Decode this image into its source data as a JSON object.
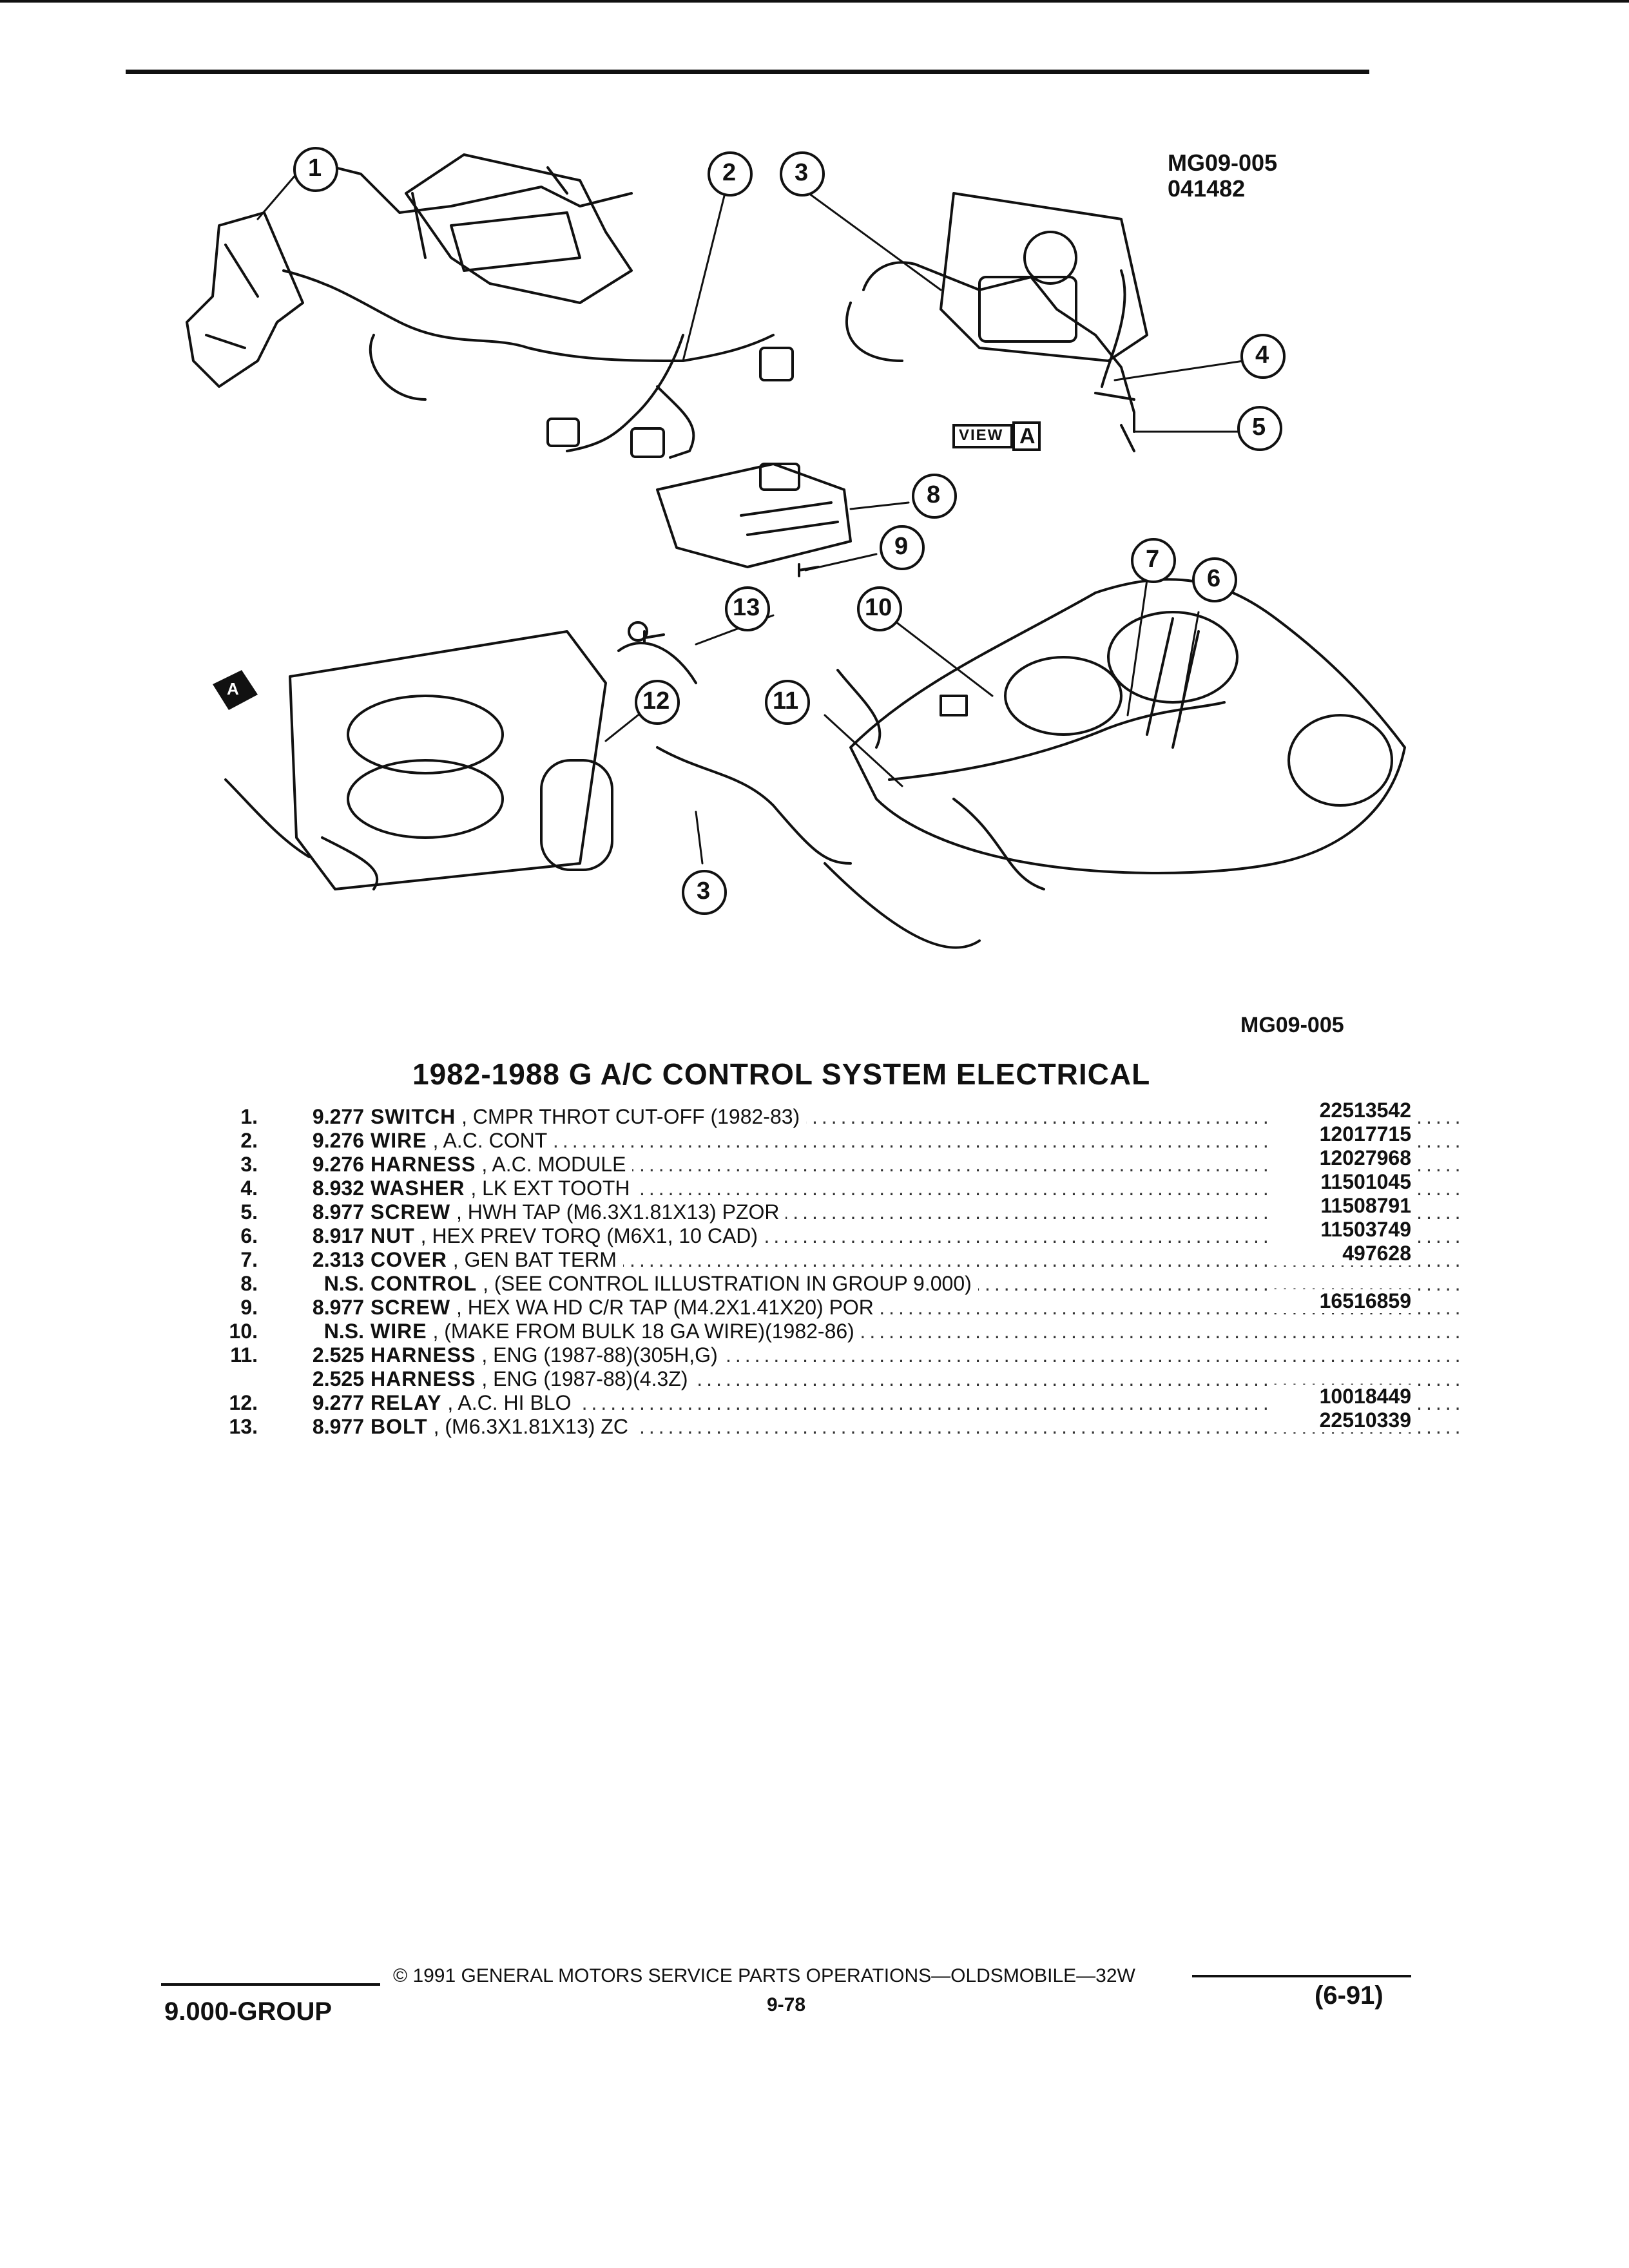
{
  "figure": {
    "code": "MG09-005",
    "date_code": "041482",
    "footer_code": "MG09-005",
    "view_label": "VIEW",
    "view_letter": "A",
    "callouts": [
      "1",
      "2",
      "3",
      "4",
      "5",
      "6",
      "7",
      "8",
      "9",
      "10",
      "11",
      "12",
      "13",
      "3"
    ]
  },
  "title": "1982-1988 G A/C CONTROL SYSTEM ELECTRICAL",
  "parts": [
    {
      "no": "1.",
      "group": "9.277",
      "name": "SWITCH",
      "detail": "CMPR THROT CUT-OFF (1982-83)",
      "part": "22513542"
    },
    {
      "no": "2.",
      "group": "9.276",
      "name": "WIRE",
      "detail": "A.C. CONT",
      "part": "12017715"
    },
    {
      "no": "3.",
      "group": "9.276",
      "name": "HARNESS",
      "detail": "A.C. MODULE",
      "part": "12027968"
    },
    {
      "no": "4.",
      "group": "8.932",
      "name": "WASHER",
      "detail": "LK EXT TOOTH",
      "part": "11501045"
    },
    {
      "no": "5.",
      "group": "8.977",
      "name": "SCREW",
      "detail": "HWH TAP (M6.3X1.81X13) PZOR",
      "part": "11508791"
    },
    {
      "no": "6.",
      "group": "8.917",
      "name": "NUT",
      "detail": "HEX PREV TORQ (M6X1, 10 CAD)",
      "part": "11503749"
    },
    {
      "no": "7.",
      "group": "2.313",
      "name": "COVER",
      "detail": "GEN BAT TERM",
      "part": "497628"
    },
    {
      "no": "8.",
      "group": "N.S.",
      "name": "CONTROL",
      "detail": "(SEE CONTROL ILLUSTRATION IN GROUP 9.000)",
      "part": ""
    },
    {
      "no": "9.",
      "group": "8.977",
      "name": "SCREW",
      "detail": "HEX WA HD C/R TAP (M4.2X1.41X20) POR",
      "part": "16516859"
    },
    {
      "no": "10.",
      "group": "N.S.",
      "name": "WIRE",
      "detail": "(MAKE FROM BULK 18 GA WIRE)(1982-86)",
      "part": ""
    },
    {
      "no": "11.",
      "group": "2.525",
      "name": "HARNESS",
      "detail": "ENG (1987-88)(305H,G)",
      "part": ""
    },
    {
      "no": "",
      "group": "2.525",
      "name": "HARNESS",
      "detail": "ENG (1987-88)(4.3Z)",
      "part": ""
    },
    {
      "no": "12.",
      "group": "9.277",
      "name": "RELAY",
      "detail": "A.C. HI BLO",
      "part": "10018449"
    },
    {
      "no": "13.",
      "group": "8.977",
      "name": "BOLT",
      "detail": "(M6.3X1.81X13) ZC",
      "part": "22510339"
    }
  ],
  "footer": {
    "copyright": "© 1991 GENERAL MOTORS SERVICE PARTS OPERATIONS—OLDSMOBILE—32W",
    "page": "9-78",
    "group": "9.000-GROUP",
    "date": "(6-91)"
  }
}
